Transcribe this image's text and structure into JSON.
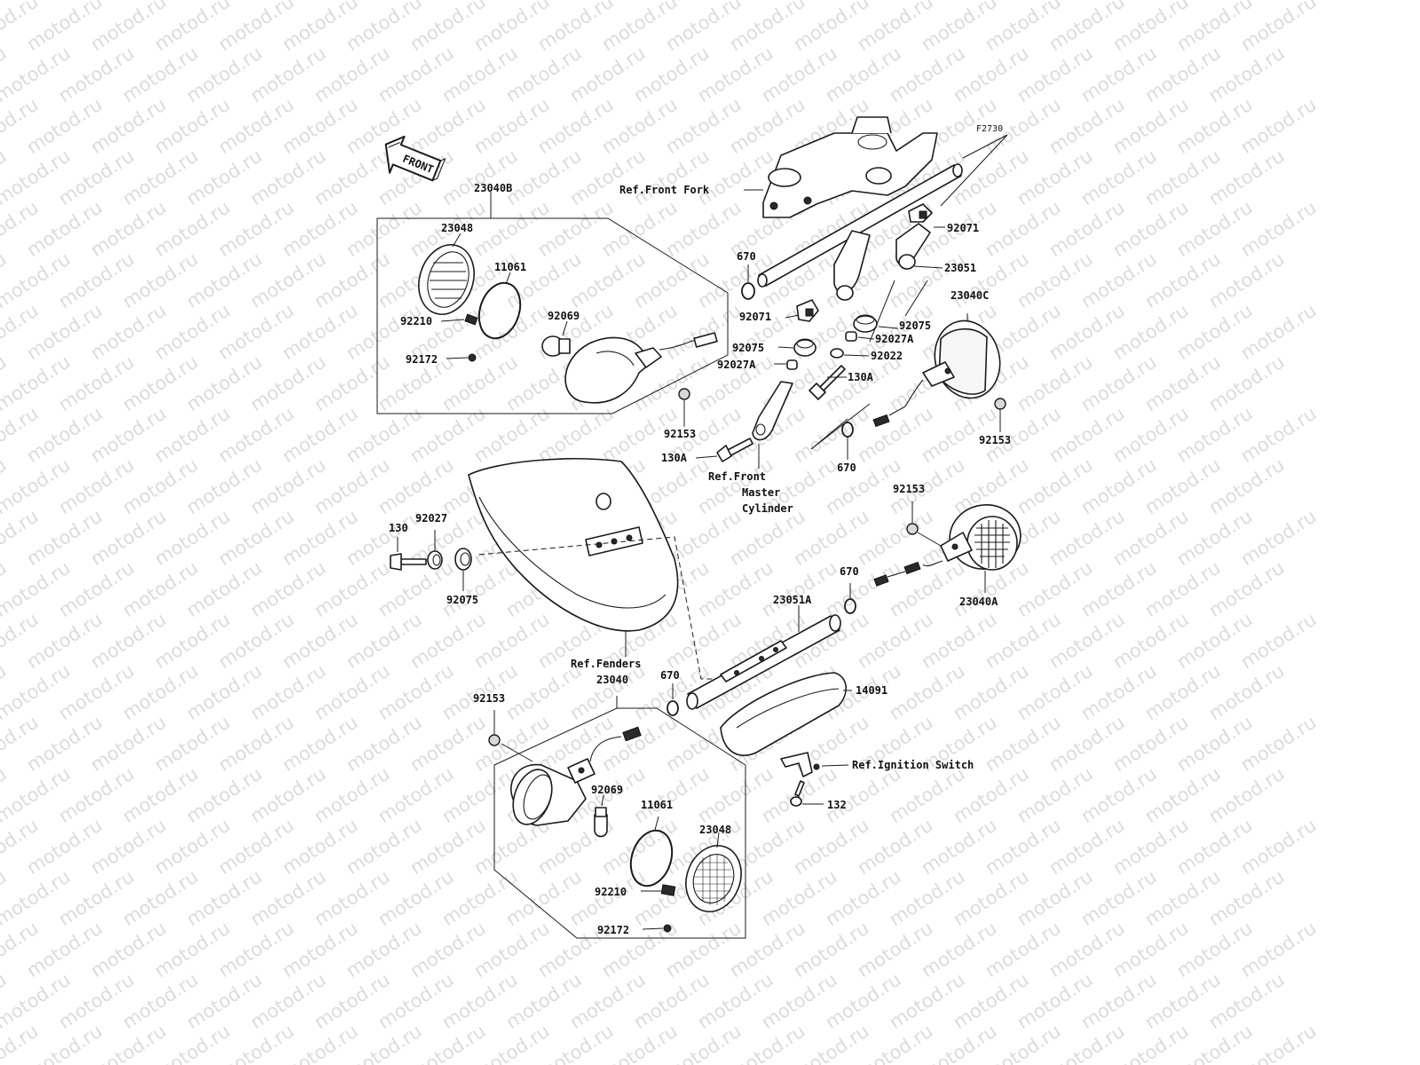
{
  "watermark": "motod.ru",
  "figure_code": "F2730",
  "front_arrow_label": "FRONT",
  "labels": {
    "a23040B": "23040B",
    "a23048_top": "23048",
    "a11061_top": "11061",
    "a92210_top": "92210",
    "a92172_top": "92172",
    "a92069_top": "92069",
    "a92153_topleft": "92153",
    "ref_front_fork": "Ref.Front Fork",
    "a92071_right": "92071",
    "a23051": "23051",
    "a670_top": "670",
    "a92071_left": "92071",
    "a92075_right": "92075",
    "a92027A_right": "92027A",
    "a92075_left": "92075",
    "a92022": "92022",
    "a92027A_left": "92027A",
    "a130A_right": "130A",
    "a130A_left": "130A",
    "ref_front_master": "Ref.Front",
    "ref_front_master_2": "Master",
    "ref_front_master_3": "Cylinder",
    "a23040C": "23040C",
    "a92153_right": "92153",
    "a670_mid": "670",
    "a92153_mid": "92153",
    "a23040A": "23040A",
    "a670_lower": "670",
    "a23051A": "23051A",
    "a130": "130",
    "a92027": "92027",
    "a92075_fender": "92075",
    "ref_fenders": "Ref.Fenders",
    "a23040": "23040",
    "a670_bottom": "670",
    "a14091": "14091",
    "a92153_bottom": "92153",
    "ref_ignition": "Ref.Ignition Switch",
    "a132": "132",
    "a92069_bottom": "92069",
    "a11061_bottom": "11061",
    "a23048_bottom": "23048",
    "a92210_bottom": "92210",
    "a92172_bottom": "92172"
  }
}
